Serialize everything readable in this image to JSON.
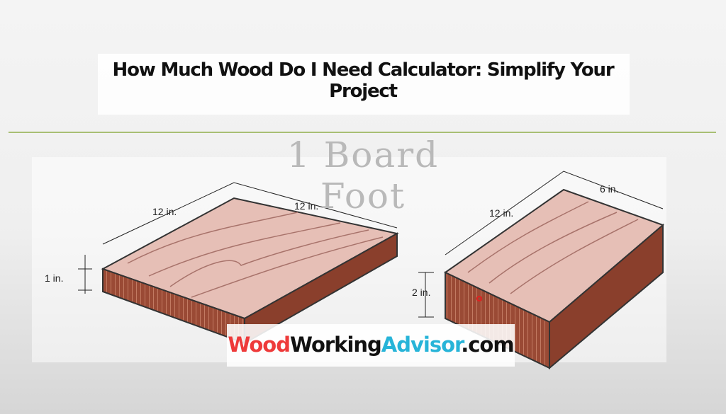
{
  "title": "How Much Wood Do I Need Calculator: Simplify Your Project",
  "background_caption": "1 Board Foot",
  "illustration": {
    "left_board": {
      "length": "12 in.",
      "width": "12 in.",
      "thickness": "1 in."
    },
    "right_board": {
      "length": "12 in.",
      "width": "6 in.",
      "thickness": "2 in."
    }
  },
  "logo": {
    "part1": "Wood",
    "part2": "Working",
    "part3": "Advisor",
    "part4": ".com",
    "colors": {
      "part1": "#ee3a3a",
      "part2": "#111111",
      "part3": "#27b4d8"
    }
  },
  "divider_color": "#a8bf73"
}
